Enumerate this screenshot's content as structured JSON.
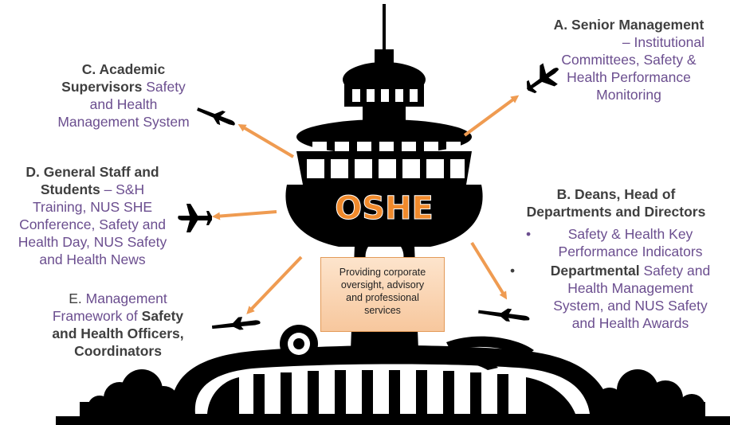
{
  "diagram": {
    "center_logo": "OSHE",
    "callout": [
      "Providing corporate",
      "oversight, advisory",
      "and professional",
      "services"
    ],
    "nodes": {
      "a": {
        "title": "A. Senior Management",
        "lines": [
          "– Institutional",
          "Committees, Safety &",
          "Health Performance",
          "Monitoring"
        ]
      },
      "b": {
        "title_lines": [
          "B. Deans, Head of",
          "Departments and Directors"
        ],
        "bullet1": [
          "Safety & Health Key",
          "Performance Indicators"
        ],
        "bullet2_bold": "Departmental",
        "bullet2_first": " Safety and",
        "bullet2_rest": [
          "Health Management",
          "System, and NUS Safety",
          "and Health Awards"
        ],
        "bullet_char": "•"
      },
      "c": {
        "title_lines": [
          "C. Academic",
          "Supervisors"
        ],
        "lines_after": [
          " Safety",
          "and Health",
          "Management System"
        ]
      },
      "d": {
        "title_lines": [
          "D. General Staff and",
          "Students"
        ],
        "line2_rest": " – S&H",
        "lines": [
          "Training, NUS SHE",
          "Conference, Safety and",
          "Health Day, NUS Safety",
          "and Health News"
        ]
      },
      "e": {
        "prefix": "E.",
        "line1_rest": " Management",
        "line2_start": "Framework of ",
        "bold_lines": [
          "Safety",
          "and Health Officers,",
          "Coordinators"
        ]
      }
    },
    "colors": {
      "arrow": "#ef9b51",
      "accent_text": "#6b4e8f",
      "title_text": "#3f3f3f",
      "logo_fill": "#f08a2c",
      "silhouette": "#000000"
    }
  }
}
